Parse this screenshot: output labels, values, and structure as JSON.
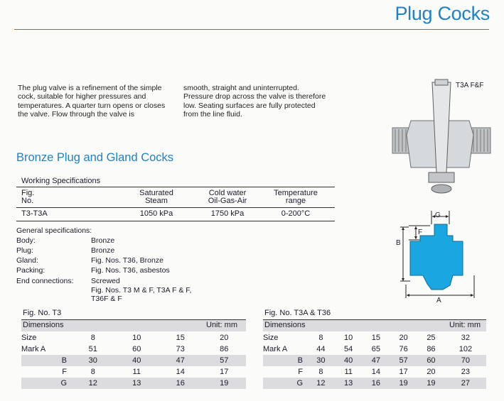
{
  "title": "Plug Cocks",
  "intro": {
    "col1": "The plug valve is a refinement of the simple cock, suitable for higher pressures and temperatures. A quarter turn opens or closes the valve. Flow through the valve is",
    "col2": "smooth, straight and uninterrupted. Pressure drop across the valve is therefore low. Seating surfaces are fully protected from the line fluid."
  },
  "section_title": "Bronze Plug and Gland Cocks",
  "working_specs": {
    "label": "Working Specifications",
    "headers": [
      "Fig.\nNo.",
      "Saturated\nSteam",
      "Cold water\nOil-Gas-Air",
      "Temperature\nrange"
    ],
    "row": [
      "T3-T3A",
      "1050 kPa",
      "1750 kPa",
      "0-200°C"
    ]
  },
  "general_specs": {
    "label": "General specifications:",
    "rows": [
      {
        "key": "Body:",
        "value": "Bronze"
      },
      {
        "key": "Plug:",
        "value": "Bronze"
      },
      {
        "key": "Gland:",
        "value": "Fig. Nos. T36, Bronze"
      },
      {
        "key": "Packing:",
        "value": "Fig. Nos. T36, asbestos"
      },
      {
        "key": "End connections:",
        "value": "Screwed\nFig. Nos. T3 M & F, T3A F & F,\nT36F & F"
      }
    ]
  },
  "diagram": {
    "photo_label": "T3A F&F",
    "dim_labels": {
      "g": "G",
      "f": "F",
      "b": "B",
      "a": "A"
    },
    "body_color": "#1aa6e0"
  },
  "table_t3": {
    "fig_label": "Fig. No. T3",
    "dim_label": "Dimensions",
    "unit": "Unit: mm",
    "rows": [
      {
        "label": "Size",
        "values": [
          "8",
          "10",
          "15",
          "20"
        ]
      },
      {
        "label": "Mark A",
        "values": [
          "51",
          "60",
          "73",
          "86"
        ]
      },
      {
        "label": "B",
        "values": [
          "30",
          "40",
          "47",
          "57"
        ]
      },
      {
        "label": "F",
        "values": [
          "8",
          "11",
          "14",
          "17"
        ]
      },
      {
        "label": "G",
        "values": [
          "12",
          "13",
          "16",
          "19"
        ]
      }
    ]
  },
  "table_t3a": {
    "fig_label": "Fig. No. T3A & T36",
    "dim_label": "Dimensions",
    "unit": "Unit: mm",
    "rows": [
      {
        "label": "Size",
        "values": [
          "8",
          "10",
          "15",
          "20",
          "25",
          "32"
        ]
      },
      {
        "label": "Mark A",
        "values": [
          "44",
          "54",
          "65",
          "76",
          "86",
          "102"
        ]
      },
      {
        "label": "B",
        "values": [
          "30",
          "40",
          "47",
          "57",
          "60",
          "70"
        ]
      },
      {
        "label": "F",
        "values": [
          "8",
          "11",
          "14",
          "17",
          "20",
          "23"
        ]
      },
      {
        "label": "G",
        "values": [
          "12",
          "13",
          "16",
          "19",
          "19",
          "27"
        ]
      }
    ]
  }
}
